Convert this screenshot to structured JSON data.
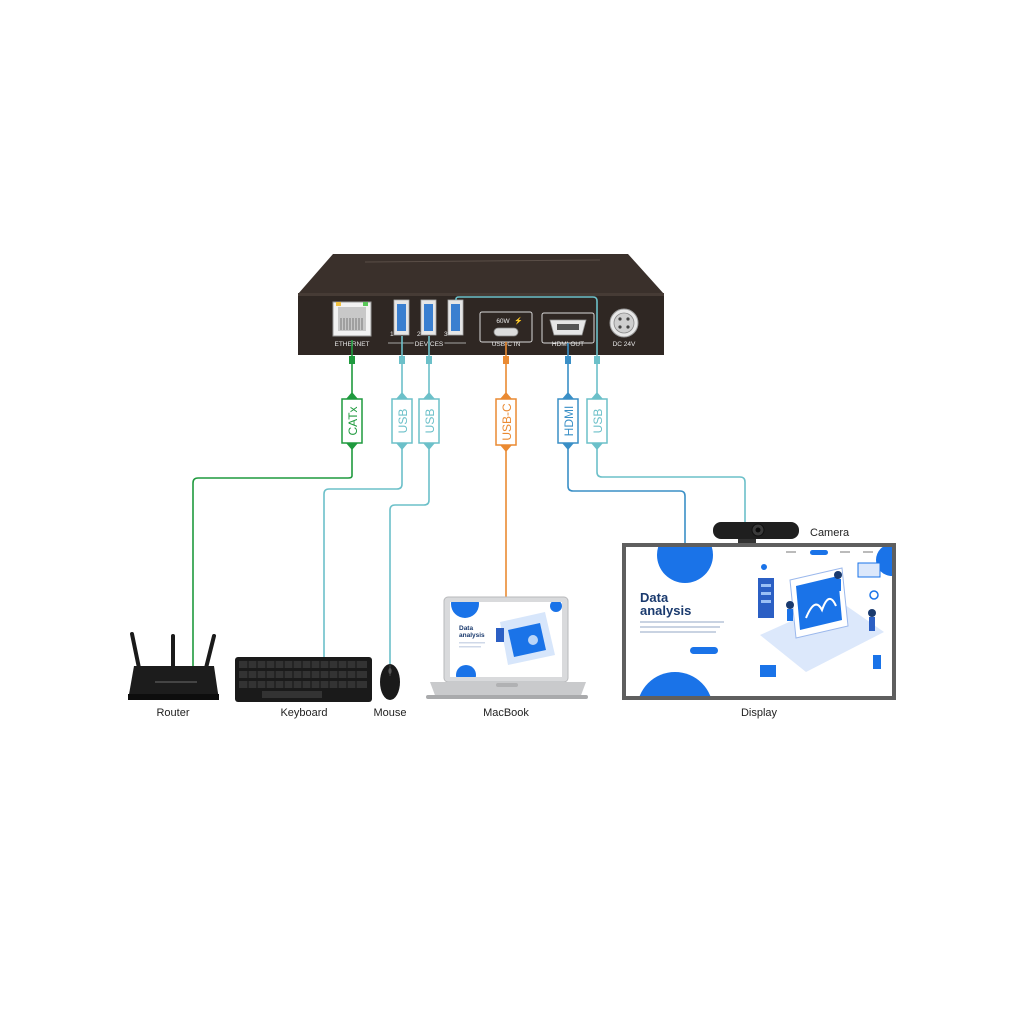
{
  "hub": {
    "ports": {
      "ethernet": "ETHERNET",
      "devices": "DEVICES",
      "usb_nums": [
        "1",
        "2",
        "3"
      ],
      "usbc_watt": "60W",
      "usbc_in": "USB-C IN",
      "hdmi_out": "HDMI OUT",
      "dc": "DC 24V"
    }
  },
  "cables": [
    {
      "label": "CATx",
      "color": "#1f9a3e"
    },
    {
      "label": "USB",
      "color": "#6cc0c9"
    },
    {
      "label": "USB",
      "color": "#6cc0c9"
    },
    {
      "label": "USB-C",
      "color": "#ea8a32"
    },
    {
      "label": "HDMI",
      "color": "#3a8fc6"
    },
    {
      "label": "USB",
      "color": "#6cc0c9"
    }
  ],
  "devices": {
    "router": "Router",
    "keyboard": "Keyboard",
    "mouse": "Mouse",
    "macbook": "MacBook",
    "display": "Display",
    "camera": "Camera"
  },
  "screen": {
    "title_line1": "Data",
    "title_line2": "analysis",
    "macbook_title_line1": "Data",
    "macbook_title_line2": "analysis"
  },
  "colors": {
    "hub": "#2f2723",
    "accent_blue": "#1a73e8"
  }
}
